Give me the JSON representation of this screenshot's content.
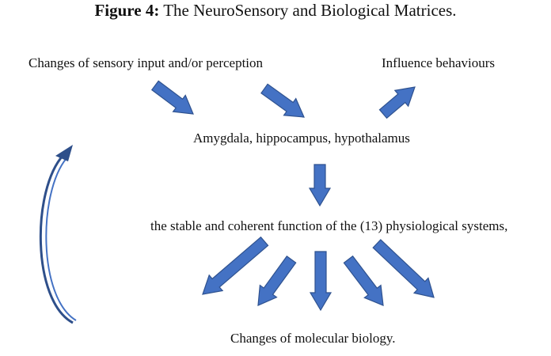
{
  "title": {
    "prefix": "Figure 4:",
    "text": "The NeuroSensory and Biological Matrices."
  },
  "labels": {
    "changes_input": "Changes of sensory input and/or perception",
    "influence": "Influence behaviours",
    "brain_regions": "Amygdala, hippocampus, hypothalamus",
    "stable_function": "the stable and coherent function of the (13) physiological systems,",
    "molecular": "Changes of molecular biology."
  },
  "colors": {
    "arrow_fill": "#4472C4",
    "arrow_stroke": "#2F528F",
    "curve": "#2E4F8A"
  }
}
